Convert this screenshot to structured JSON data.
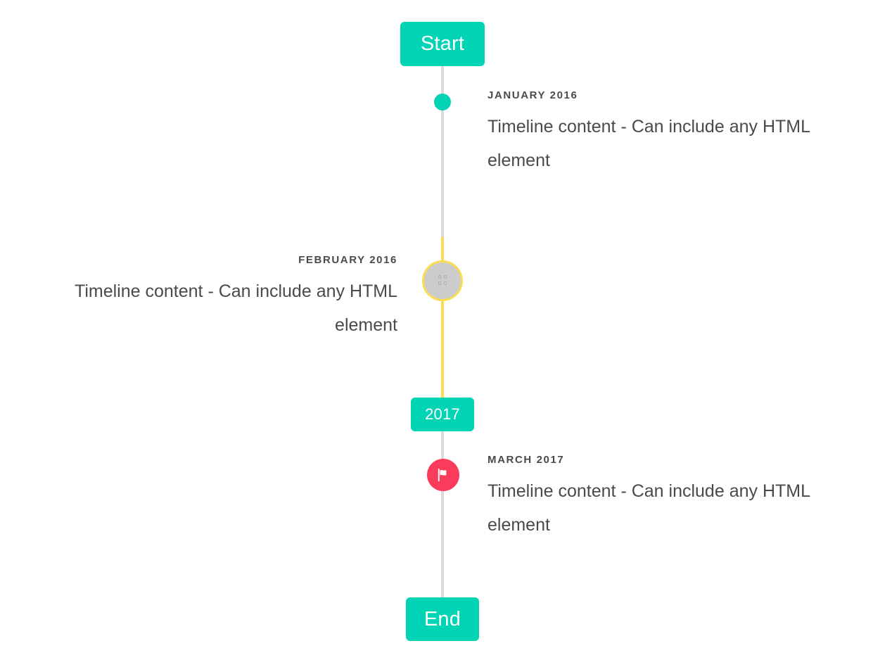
{
  "timeline": {
    "start_badge": {
      "label": "Start"
    },
    "end_badge": {
      "label": "End"
    },
    "year_badge": {
      "label": "2017"
    },
    "colors": {
      "accent_teal": "#00d4b4",
      "line_gray": "#dadada",
      "line_yellow": "#fbdb51",
      "marker_pink": "#fb3b5c",
      "marker_gray": "#cccccc",
      "text_dark": "#4a4a4a",
      "background": "#ffffff"
    },
    "items": [
      {
        "label": "JANUARY 2016",
        "body": "Timeline content - Can include any HTML element",
        "side": "right",
        "marker": "dot-icon"
      },
      {
        "label": "FEBRUARY 2016",
        "body": "Timeline content - Can include any HTML element",
        "side": "left",
        "marker": "missing-glyph-icon"
      },
      {
        "label": "MARCH 2017",
        "body": "Timeline content - Can include any HTML element",
        "side": "right",
        "marker": "flag-icon"
      }
    ]
  }
}
